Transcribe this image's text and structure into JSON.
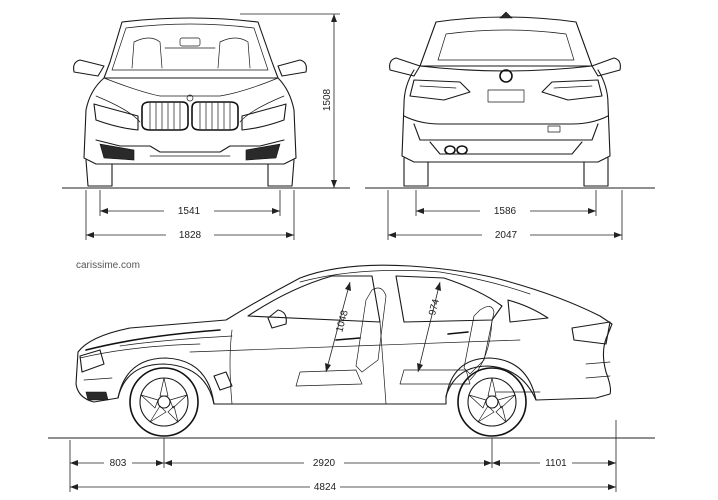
{
  "watermark": "carissime.com",
  "dimensions": {
    "height": "1508",
    "front_track": "1541",
    "width": "1828",
    "rear_track": "1586",
    "width_mirrors": "2047",
    "front_overhang": "803",
    "wheelbase": "2920",
    "rear_overhang": "1101",
    "length": "4824",
    "front_headroom": "1048",
    "rear_headroom": "974"
  }
}
